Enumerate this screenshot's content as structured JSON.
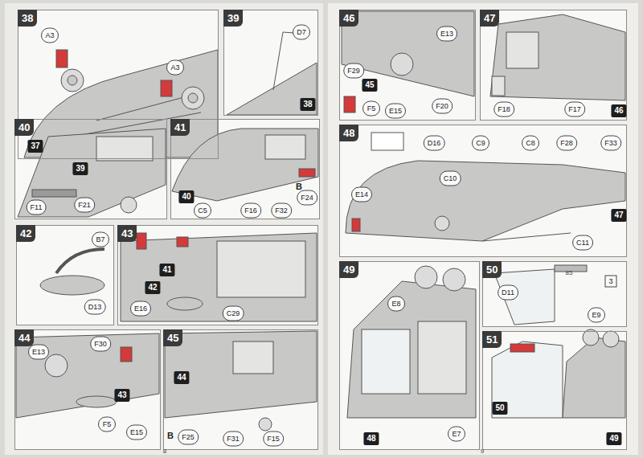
{
  "diagram": {
    "nodes": [
      {
        "text": [
          "38"
        ]
      },
      {
        "text": [
          "39"
        ]
      },
      {
        "text": [
          "40"
        ]
      },
      {
        "text": [
          "41"
        ]
      },
      {
        "text": [
          "42"
        ]
      },
      {
        "text": [
          "43"
        ]
      },
      {
        "text": [
          "44"
        ]
      },
      {
        "text": [
          "45"
        ]
      },
      {
        "text": [
          "46"
        ]
      },
      {
        "text": [
          "47"
        ]
      },
      {
        "text": [
          "48"
        ]
      },
      {
        "text": [
          "49"
        ]
      },
      {
        "text": [
          "50"
        ]
      },
      {
        "text": [
          "51"
        ]
      }
    ],
    "labels": [
      "A3",
      "A3",
      "37",
      "D7",
      "38",
      "39",
      "F11",
      "F21",
      "40",
      "C5",
      "F16",
      "F32",
      "B",
      "F24",
      "B7",
      "D13",
      "41",
      "E16",
      "C29",
      "42",
      "E13",
      "F30",
      "43",
      "E15",
      "F5",
      "44",
      "B",
      "F25",
      "F31",
      "F15",
      "F29",
      "45",
      "E13",
      "F5",
      "E15",
      "F20",
      "46",
      "F18",
      "F17",
      "D16",
      "C9",
      "C8",
      "F28",
      "F33",
      "E14",
      "C10",
      "C11",
      "47",
      "E8",
      "E7",
      "48",
      "85",
      "3",
      "D11",
      "E9",
      "50",
      "49",
      "8",
      "9"
    ]
  }
}
